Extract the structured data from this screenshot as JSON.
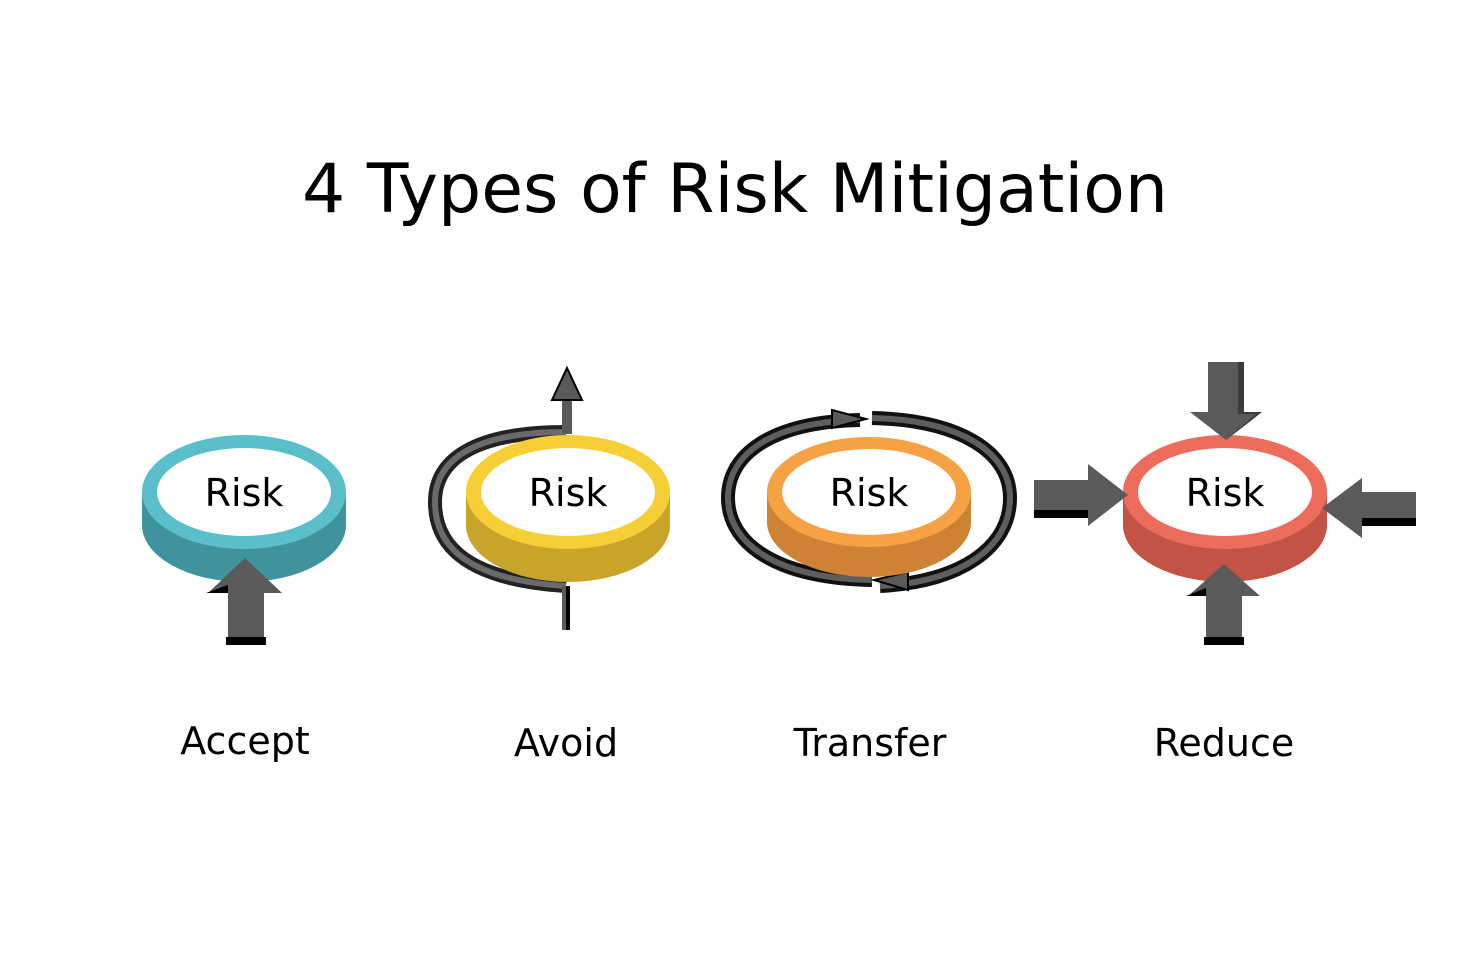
{
  "title": "4 Types of Risk Mitigation",
  "center_text": "Risk",
  "types": [
    {
      "label": "Accept",
      "color_top": "#5bbfcb",
      "color_side": "#3f939d"
    },
    {
      "label": "Avoid",
      "color_top": "#f6ce35",
      "color_side": "#c9a42b"
    },
    {
      "label": "Transfer",
      "color_top": "#f5a144",
      "color_side": "#cd8234"
    },
    {
      "label": "Reduce",
      "color_top": "#ec6d5c",
      "color_side": "#c25345"
    }
  ],
  "arrow_color": "#5a5a5a"
}
